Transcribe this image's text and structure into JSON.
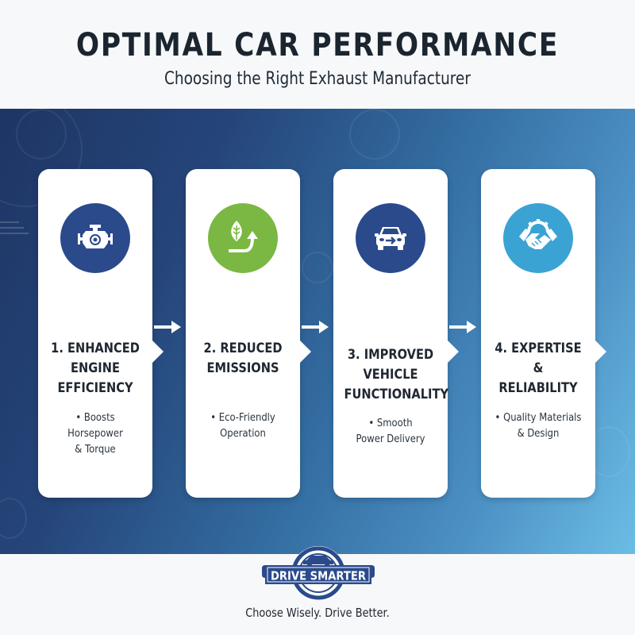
{
  "header": {
    "title": "OPTIMAL CAR PERFORMANCE",
    "subtitle": "Choosing the Right Exhaust Manufacturer"
  },
  "colors": {
    "navy": "#2a4a8c",
    "green": "#7ab843",
    "sky": "#3aa3d4",
    "title_text": "#1b2530",
    "band_start": "#1e3564",
    "band_end": "#6bbde5"
  },
  "steps": [
    {
      "icon": "engine-icon",
      "title_lines": [
        "1. ENHANCED",
        "ENGINE",
        "EFFICIENCY"
      ],
      "bullet": "•",
      "desc_lines": [
        "• Boosts Horsepower",
        "& Torque"
      ]
    },
    {
      "icon": "leaf-growth-icon",
      "title_lines": [
        "2. REDUCED",
        "EMISSIONS"
      ],
      "bullet": "•",
      "desc_lines": [
        "• Eco-Friendly",
        "Operation"
      ]
    },
    {
      "icon": "car-arrow-icon",
      "title_lines": [
        "3. IMPROVED",
        "VEHICLE",
        "FUNCTIONALITY"
      ],
      "bullet": "•",
      "desc_lines": [
        "• Smooth",
        "Power Delivery"
      ]
    },
    {
      "icon": "handshake-gear-icon",
      "title_lines": [
        "4. EXPERTISE &",
        "RELIABILITY"
      ],
      "bullet": "•",
      "desc_lines": [
        "• Quality Materials",
        "& Design"
      ]
    }
  ],
  "footer": {
    "logo_text": "DRIVE SMARTER",
    "tagline": "Choose Wisely. Drive Better."
  }
}
